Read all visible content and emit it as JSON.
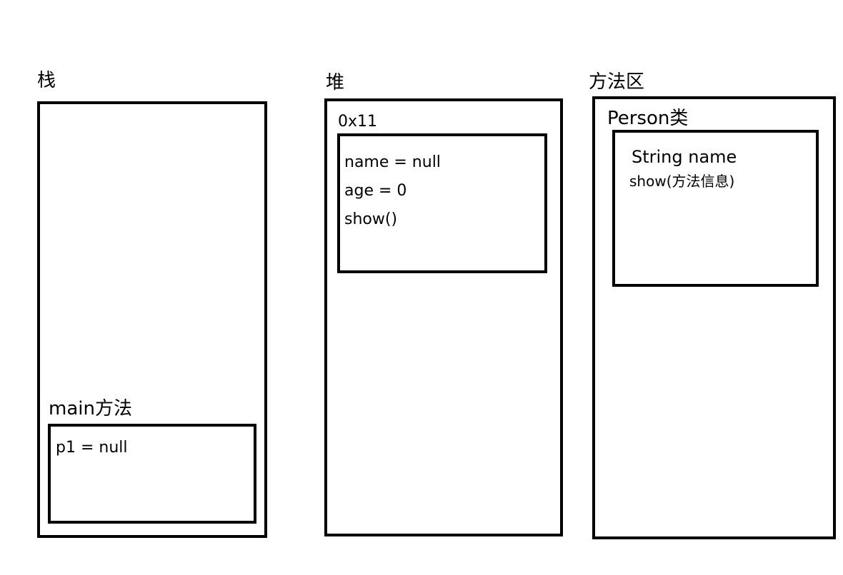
{
  "stack": {
    "title": "栈",
    "frame": {
      "title": "main方法",
      "vars": [
        "p1 = null"
      ]
    }
  },
  "heap": {
    "title": "堆",
    "object": {
      "address": "0x11",
      "fields": [
        "name = null",
        "age = 0",
        "show()"
      ]
    }
  },
  "method_area": {
    "title": "方法区",
    "class": {
      "title": "Person类",
      "members": [
        "String name",
        "show(方法信息)"
      ]
    }
  }
}
